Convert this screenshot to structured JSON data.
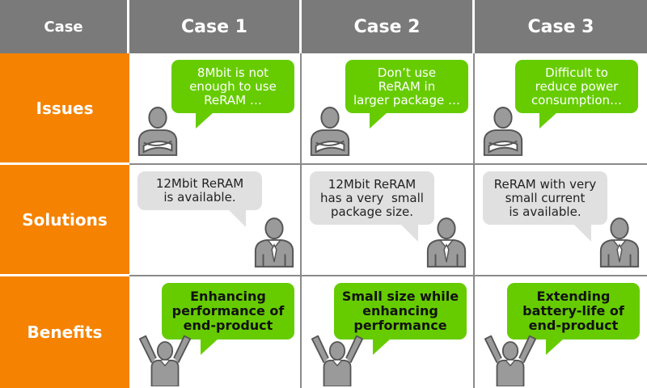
{
  "header": {
    "corner": "Case",
    "cases": [
      "Case 1",
      "Case 2",
      "Case 3"
    ]
  },
  "rows": {
    "issues": "Issues",
    "solutions": "Solutions",
    "benefits": "Benefits"
  },
  "issues": [
    [
      "8Mbit is not",
      "enough to use",
      "ReRAM …"
    ],
    [
      "Don’t use",
      "ReRAM in",
      "larger package …"
    ],
    [
      "Difficult to",
      "reduce power",
      "consumption…"
    ]
  ],
  "solutions": [
    [
      "12Mbit ReRAM",
      "is available."
    ],
    [
      "12Mbit ReRAM",
      "has a very  small",
      "package size."
    ],
    [
      "ReRAM with very",
      "small current",
      "is available."
    ]
  ],
  "benefits": [
    [
      "Enhancing",
      "performance of",
      "end-product"
    ],
    [
      "Small size while",
      "enhancing",
      "performance"
    ],
    [
      "Extending",
      "battery-life of",
      "end-product"
    ]
  ],
  "colors": {
    "header_gray": "#7a7a7a",
    "row_orange": "#f58200",
    "bubble_green": "#66cc00",
    "bubble_gray": "#e0e0e0",
    "figure_gray": "#9a9a9a"
  },
  "icons": {
    "issue_figure": "person-arms-crossed-icon",
    "solution_figure": "businessman-tie-icon",
    "benefit_figure": "person-arms-raised-icon"
  }
}
